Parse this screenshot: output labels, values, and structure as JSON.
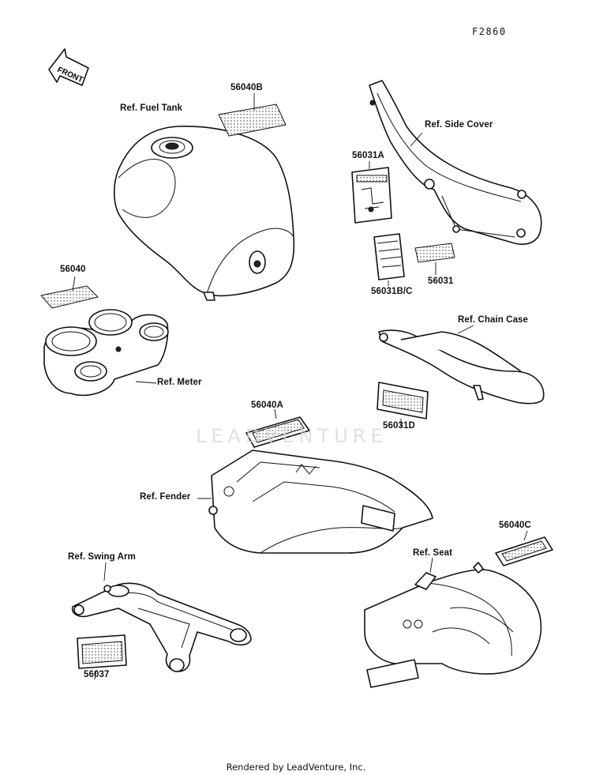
{
  "figure_code": "F2860",
  "front_arrow": "FRONT",
  "watermark": "LEADVENTURE",
  "footer": "Rendered by LeadVenture, Inc.",
  "labels": {
    "fuel_tank": "Ref. Fuel Tank",
    "side_cover": "Ref. Side Cover",
    "chain_case": "Ref. Chain Case",
    "meter": "Ref. Meter",
    "fender": "Ref. Fender",
    "swing_arm": "Ref. Swing Arm",
    "seat": "Ref. Seat"
  },
  "part_numbers": {
    "p56040B": "56040B",
    "p56040": "56040",
    "p56031A": "56031A",
    "p56031BC": "56031B/C",
    "p56031": "56031",
    "p56031D": "56031D",
    "p56040A": "56040A",
    "p56040C": "56040C",
    "p56037": "56037"
  }
}
